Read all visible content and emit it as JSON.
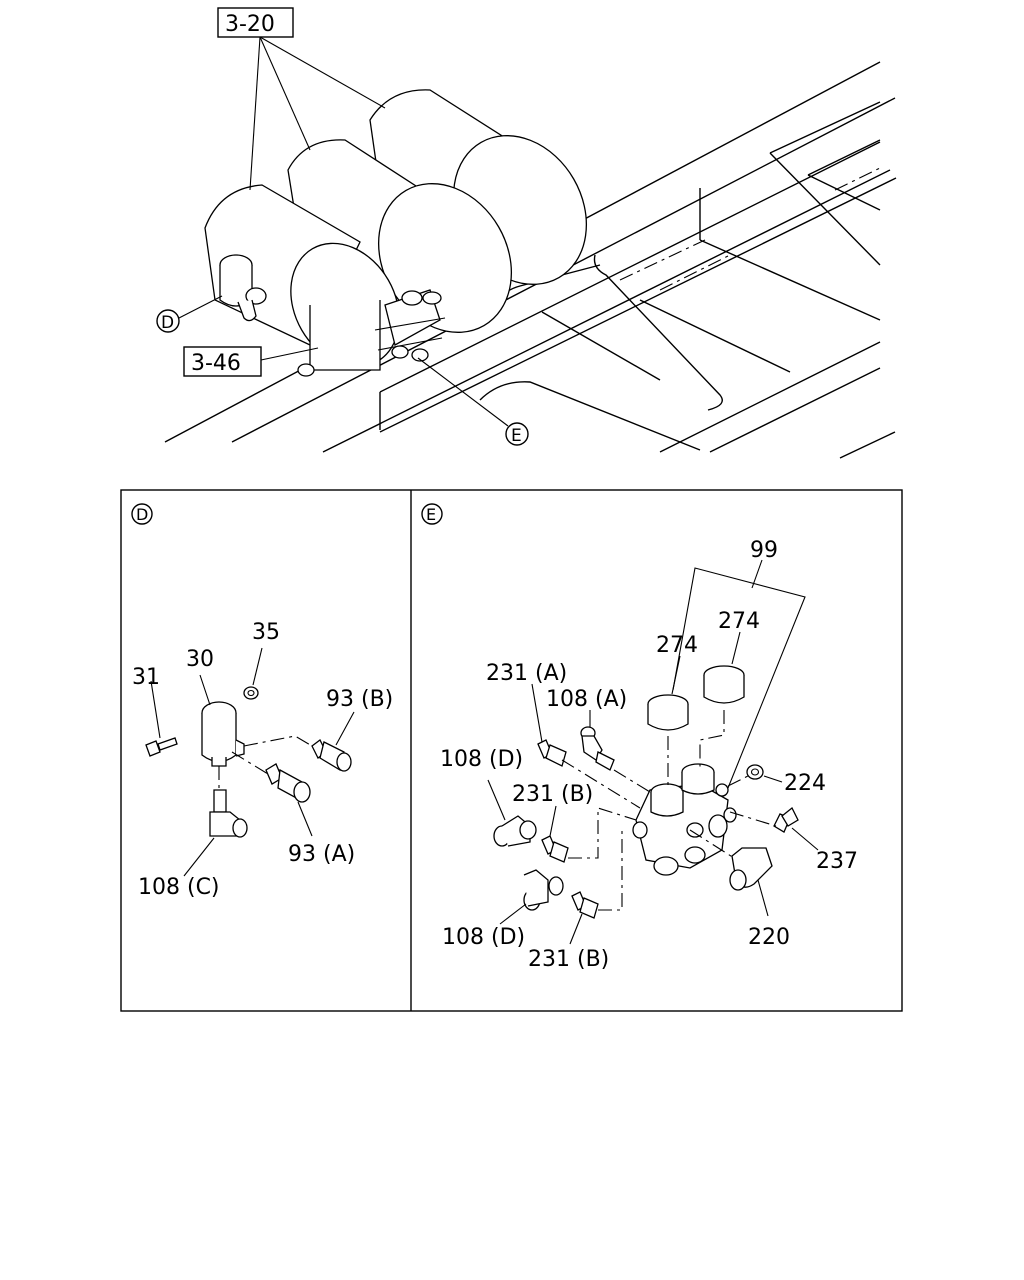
{
  "overview": {
    "refs": [
      {
        "id": "ref-3-20",
        "text": "3-20"
      },
      {
        "id": "ref-3-46",
        "text": "3-46"
      }
    ],
    "callouts": [
      {
        "id": "callout-d",
        "text": "D"
      },
      {
        "id": "callout-e",
        "text": "E"
      }
    ]
  },
  "detail_d": {
    "marker": "D",
    "labels": {
      "p31": "31",
      "p30": "30",
      "p35": "35",
      "p93b": "93 (B)",
      "p93a": "93 (A)",
      "p108c": "108 (C)"
    }
  },
  "detail_e": {
    "marker": "E",
    "labels": {
      "p99": "99",
      "p274a": "274",
      "p274b": "274",
      "p231a": "231 (A)",
      "p108a": "108 (A)",
      "p108d1": "108 (D)",
      "p231b1": "231 (B)",
      "p224": "224",
      "p237": "237",
      "p220": "220",
      "p108d2": "108 (D)",
      "p231b2": "231 (B)"
    }
  }
}
